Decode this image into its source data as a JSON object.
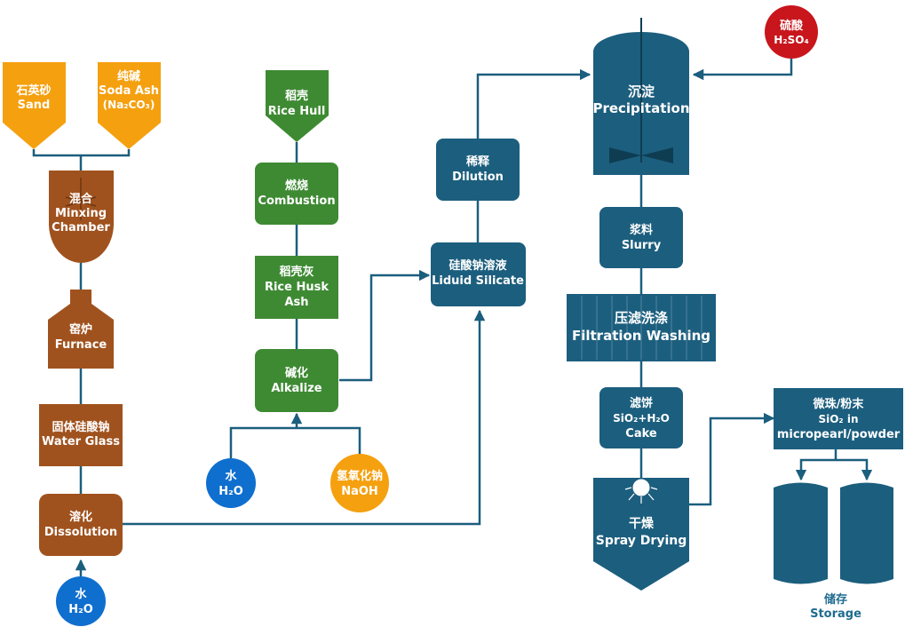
{
  "colors": {
    "orange": "#f5a00f",
    "brown": "#a0521e",
    "green": "#3e8a33",
    "teal": "#1c5e7e",
    "blue": "#0f6fce",
    "red": "#c8161c",
    "line": "#1b5e7e"
  },
  "nodes": {
    "sand": {
      "cn": "石英砂",
      "en": "Sand"
    },
    "soda_ash": {
      "cn": "纯碱",
      "en": "Soda Ash",
      "formula": "(Na₂CO₃)"
    },
    "mixing": {
      "cn": "混合",
      "en1": "Minxing",
      "en2": "Chamber"
    },
    "furnace": {
      "cn": "窑炉",
      "en": "Furnace"
    },
    "water_glass": {
      "cn": "固体硅酸钠",
      "en": "Water Glass"
    },
    "dissolution": {
      "cn": "溶化",
      "en": "Dissolution"
    },
    "water_1": {
      "cn": "水",
      "formula": "H₂O"
    },
    "rice_hull": {
      "cn": "稻壳",
      "en": "Rice Hull"
    },
    "combustion": {
      "cn": "燃烧",
      "en": "Combustion"
    },
    "rice_husk_ash": {
      "cn": "稻壳灰",
      "en1": "Rice Husk",
      "en2": "Ash"
    },
    "alkalize": {
      "cn": "碱化",
      "en": "Alkalize"
    },
    "water_2": {
      "cn": "水",
      "formula": "H₂O"
    },
    "naoh": {
      "cn": "氢氧化钠",
      "en": "NaOH"
    },
    "liquid_silicate": {
      "cn": "硅酸钠溶液",
      "en": "Liduid Silicate"
    },
    "dilution": {
      "cn": "稀释",
      "en": "Dilution"
    },
    "precipitation": {
      "cn": "沉淀",
      "en": "Precipitation"
    },
    "sulfuric_acid": {
      "cn": "硫酸",
      "formula": "H₂SO₄"
    },
    "slurry": {
      "cn": "浆料",
      "en": "Slurry"
    },
    "filtration": {
      "cn": "压滤洗涤",
      "en": "Filtration Washing"
    },
    "cake": {
      "cn": "滤饼",
      "formula": "SiO₂+H₂O",
      "en": "Cake"
    },
    "spray_drying": {
      "cn": "干燥",
      "en": "Spray Drying"
    },
    "micropearl": {
      "cn": "微珠/粉末",
      "formula": "SiO₂ in",
      "en": "micropearl/powder"
    },
    "storage": {
      "cn": "储存",
      "en": "Storage"
    }
  }
}
